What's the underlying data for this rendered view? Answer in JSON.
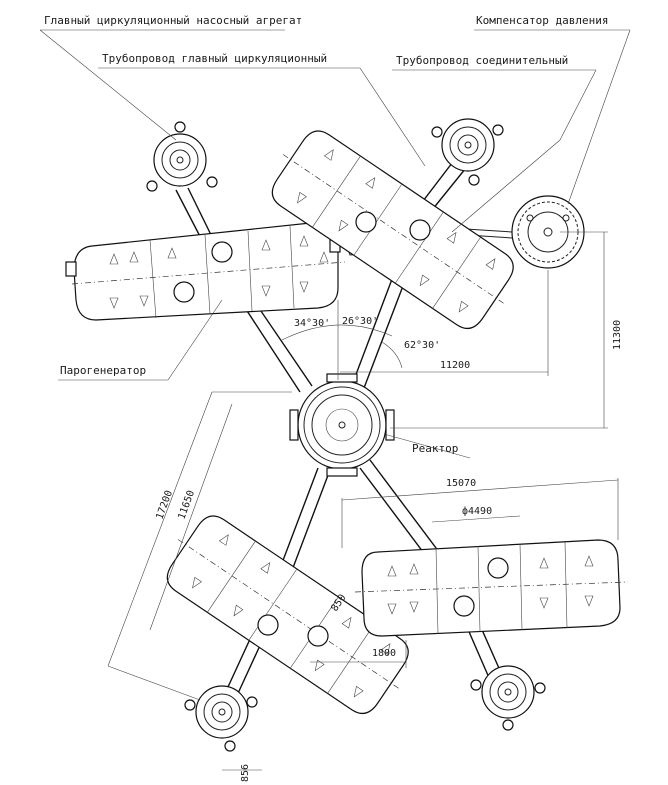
{
  "labels": {
    "main_pump": "Главный циркуляционный насосный агрегат",
    "main_pipe": "Трубопровод главный циркуляционный",
    "pressurizer": "Компенсатор давления",
    "connecting_pipe": "Трубопровод соединительный",
    "steam_generator": "Парогенератор",
    "reactor": "Реактор"
  },
  "dimensions": {
    "angle_left": "34°30'",
    "angle_right": "26°30'",
    "angle_sg": "62°30'",
    "d_11200": "11200",
    "d_11300": "11300",
    "d_15070": "15070",
    "d_4490": "ф4490",
    "d_17200": "17200",
    "d_11650": "11650",
    "d_1800": "1800",
    "d_850": "850",
    "d_856": "856"
  }
}
